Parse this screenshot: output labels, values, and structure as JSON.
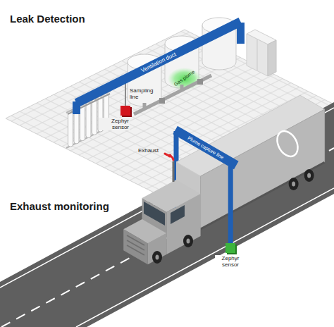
{
  "diagram": {
    "nodes": [
      {
        "text": [
          "Ventilation duct"
        ]
      },
      {
        "text": [
          "Zephyr sensor"
        ]
      },
      {
        "text": [
          "Plume capture line"
        ]
      },
      {
        "text": [
          "Zephyr sensor"
        ]
      }
    ],
    "edges": [
      {
        "from": 0,
        "to": 1,
        "arrow": "none",
        "label": "Sampling line"
      },
      {
        "from": 2,
        "to": 3,
        "arrow": "none"
      }
    ],
    "labels": [
      "Leak Detection",
      "Gas plume",
      "Exhaust monitoring",
      "Exhaust"
    ]
  }
}
